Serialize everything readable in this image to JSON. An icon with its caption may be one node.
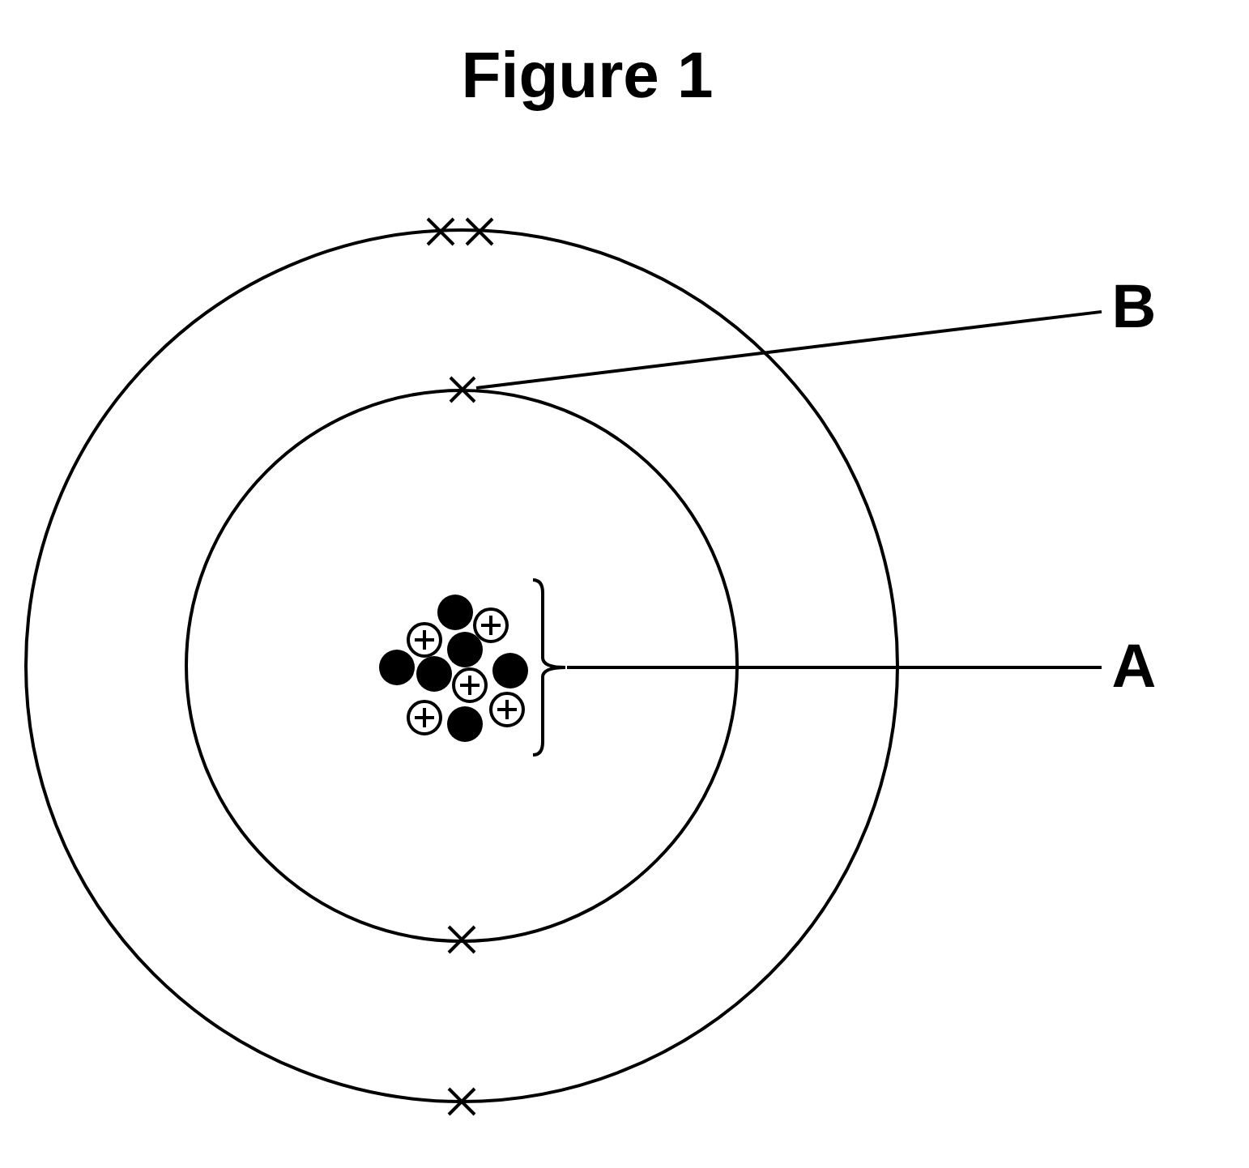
{
  "diagram": {
    "title": "Figure 1",
    "nodes": [
      {
        "text": [
          "B"
        ]
      },
      {
        "text": [],
        "shape": "cross"
      },
      {
        "text": [
          "A"
        ]
      },
      {
        "text": [],
        "shape": "picture"
      }
    ],
    "edges": [
      {
        "from": 0,
        "to": 1,
        "arrow": "none"
      },
      {
        "from": 2,
        "to": 3,
        "arrow": "none"
      }
    ]
  }
}
